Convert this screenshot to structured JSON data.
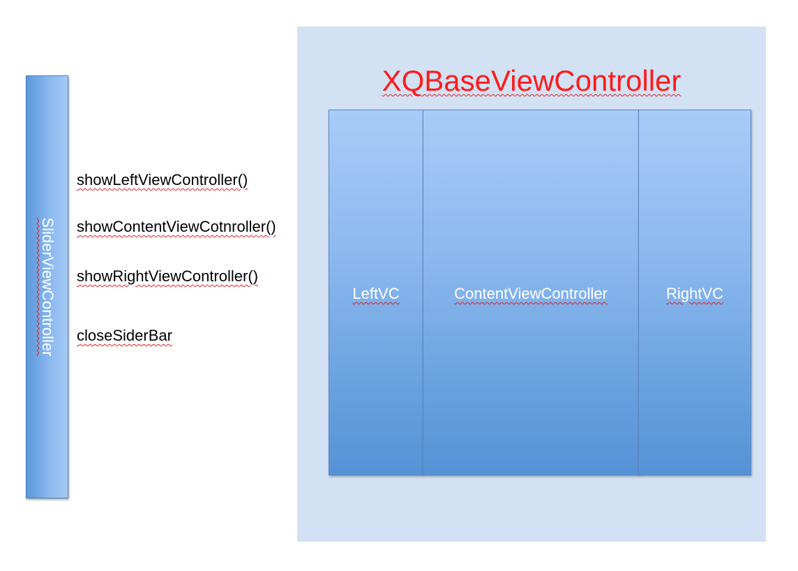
{
  "slider": {
    "label": "SliderViewController"
  },
  "methods": [
    "showLeftViewController()",
    "showContentViewCotnroller()",
    "showRightViewController()",
    "closeSiderBar"
  ],
  "base": {
    "title": "XQBaseViewController",
    "title_color": "#ff1a1a",
    "panel_color": "#d2e1f3"
  },
  "columns": {
    "left": "LeftVC",
    "content": "ContentViewController",
    "right": "RightVC"
  },
  "colors": {
    "bar_blue": "#8cb8ee",
    "label_white": "#ffffff"
  }
}
